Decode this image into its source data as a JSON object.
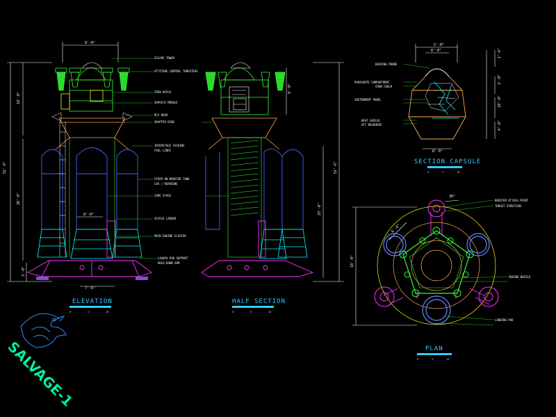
{
  "titles": {
    "elevation": "ELEVATION",
    "half_section": "HALF SECTION",
    "section_capsule": "SECTION CAPSULE",
    "plan": "PLAN"
  },
  "scale_labels": [
    "0'",
    "5'",
    "10'"
  ],
  "dimensions": {
    "top_width": "8'-0\"",
    "mid_width": "8'-0\"",
    "skirt_width": "7'-6\"",
    "total_height": "52'-6\"",
    "upper_height": "18'-0\"",
    "booster_height": "30'-0\"",
    "foot_height": "3'-0\"",
    "core_height": "25'-0\"",
    "hs_capsule_height": "8'-0\"",
    "cap_top_w": "5'-0\"",
    "cap_mid_w": "8'-0\"",
    "cap_bot_w": "8'-0\"",
    "cap_h1": "1'-6\"",
    "cap_h2": "3'-0\"",
    "cap_h3": "10'-0\"",
    "cap_h4": "4'-0\"",
    "plan_dia": "18'-0\"",
    "plan_angle": "36°",
    "plan_pod": "6'-0\""
  },
  "notes": {
    "e1": "ESCAPE TOWER",
    "e2": "ATTITUDE CONTROL THRUSTERS",
    "e3": "CREW HATCH",
    "e4": "SERVICE MODULE",
    "e5": "RCS QUAD",
    "e6": "ADAPTER RING",
    "e7": "INTERSTAGE FAIRING",
    "e8": "FUEL LINES",
    "e9": "STRAP-ON BOOSTER TANK",
    "e10": "LOX / KEROSENE",
    "e11": "CORE STAGE",
    "e12": "ACCESS LADDER",
    "e13": "MAIN ENGINE CLUSTER",
    "e14": "LAUNCH PAD SUPPORT",
    "e15": "HOLD-DOWN ARM",
    "c1": "DOCKING PROBE",
    "c2": "PARACHUTE COMPARTMENT",
    "c3": "CREW COUCH",
    "c4": "INSTRUMENT PANEL",
    "c5": "HEAT SHIELD",
    "c6": "AFT BULKHEAD",
    "p1": "BOOSTER ATTACH POINT",
    "p2": "THRUST STRUCTURE",
    "p3": "ENGINE NOZZLE",
    "p4": "LANDING PAD"
  },
  "logo": {
    "text": "SALVAGE-1"
  },
  "colors": {
    "green": "#33ff33",
    "cyan": "#00ffff",
    "blue": "#4466ff",
    "yellow": "#ffff00",
    "magenta": "#ff33ff",
    "orange": "#ffaa55",
    "white": "#ffffff",
    "purple": "#9966ff"
  }
}
